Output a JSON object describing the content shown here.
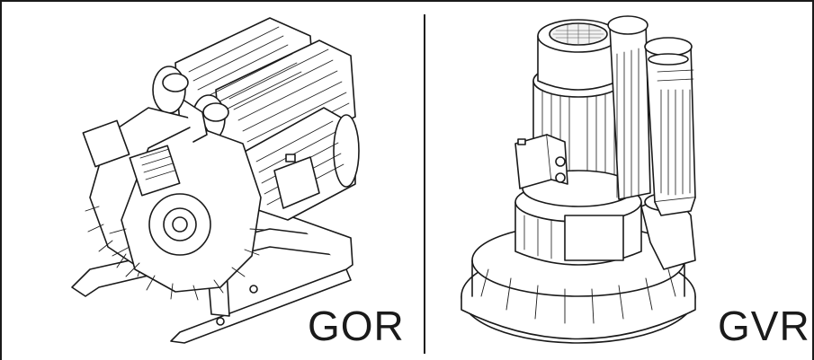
{
  "panels": [
    {
      "label": "GOR",
      "illustration": "side-channel-blower-horizontal"
    },
    {
      "label": "GVR",
      "illustration": "side-channel-blower-vertical"
    }
  ],
  "colors": {
    "line": "#1a1a1a",
    "background": "#ffffff",
    "shade": "#f2f2f2"
  }
}
